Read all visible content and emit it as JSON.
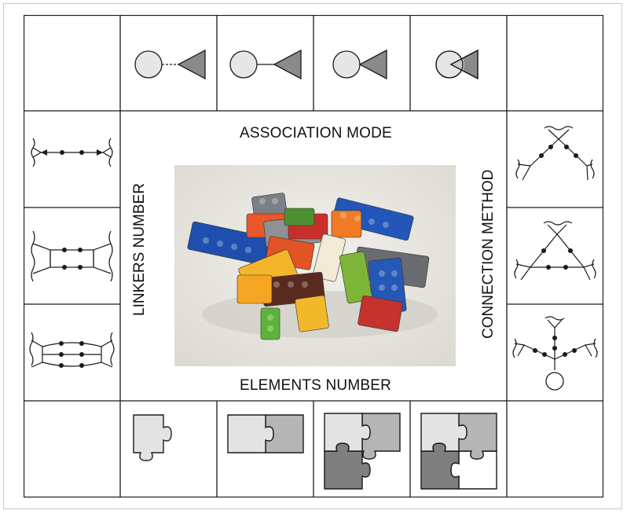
{
  "labels": {
    "top": "ASSOCIATION MODE",
    "bottom": "ELEMENTS NUMBER",
    "left": "LINKERS NUMBER",
    "right": "CONNECTION METHOD"
  },
  "colors": {
    "grid_line": "#1a1a1a",
    "circle_fill": "#e6e6e6",
    "triangle_fill": "#8a8a8a",
    "puzzle_light": "#e3e3e3",
    "puzzle_mid": "#b5b5b5",
    "puzzle_dark": "#7f7f7f",
    "photo_background": "#ecebe6"
  },
  "top_icons": [
    "circle-dashed-triangle-icon",
    "circle-line-triangle-icon",
    "circle-touching-triangle-icon",
    "circle-overlapping-triangle-icon"
  ],
  "left_icons": [
    "single-linker-icon",
    "double-linker-icon",
    "triple-linker-icon"
  ],
  "right_icons": [
    "connection-chain-icon",
    "connection-triangle-icon",
    "connection-star-icon"
  ],
  "bottom_icons": [
    "one-puzzle-piece-icon",
    "two-puzzle-pieces-icon",
    "three-puzzle-pieces-icon",
    "four-puzzle-pieces-icon"
  ],
  "photo": "lego-bricks-photo"
}
